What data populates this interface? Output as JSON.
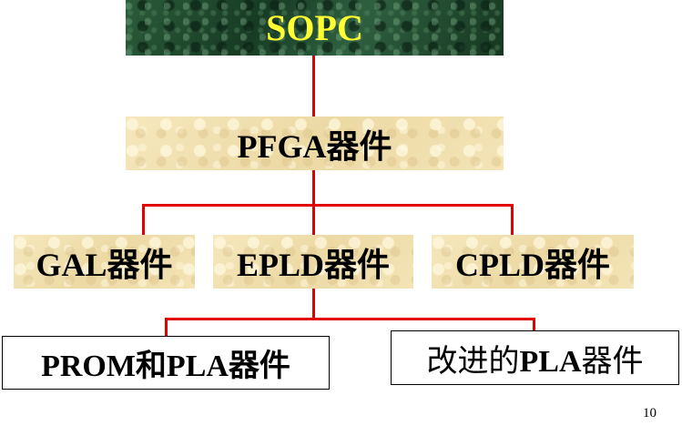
{
  "diagram": {
    "root": {
      "label": "SOPC",
      "text_color": "#ffff33"
    },
    "level1": {
      "label": "PFGA器件"
    },
    "level2": [
      {
        "label": "GAL器件"
      },
      {
        "label": "EPLD器件"
      },
      {
        "label": "CPLD器件"
      }
    ],
    "level3": [
      {
        "label": "PROM和PLA器件"
      },
      {
        "label": "改进的PLA器件"
      }
    ],
    "connector_color": "#e00000"
  },
  "page_number": "10"
}
